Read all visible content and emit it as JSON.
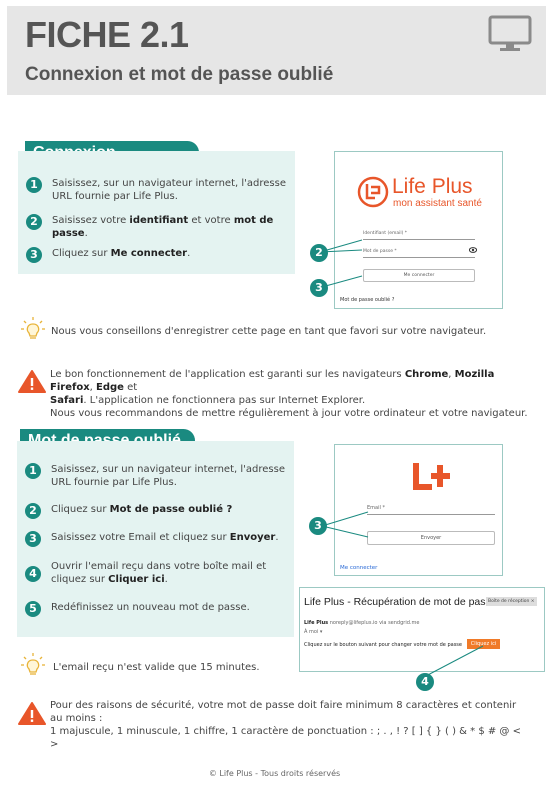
{
  "header": {
    "title": "FICHE 2.1",
    "subtitle": "Connexion et mot de passe oublié",
    "icon": "monitor-icon"
  },
  "connexion": {
    "title": "Connexion",
    "steps": [
      {
        "num": "1",
        "pre": "Saisissez, sur un navigateur internet, l'adresse URL fournie par Life Plus.",
        "bold": "",
        "post": ""
      },
      {
        "num": "2",
        "pre": "Saisissez votre ",
        "bold": "identifiant",
        "mid": " et votre ",
        "bold2": "mot de passe",
        "post": "."
      },
      {
        "num": "3",
        "pre": "Cliquez sur ",
        "bold": "Me connecter",
        "post": "."
      }
    ],
    "mock": {
      "brand": "Life Plus",
      "tagline": "mon assistant santé",
      "login_label": "Identifiant (email) *",
      "password_label": "Mot de passe *",
      "button": "Me connecter",
      "forgot": "Mot de passe oublié ?",
      "callout_2": "2",
      "callout_3": "3"
    }
  },
  "tip1": "Nous vous conseillons d'enregistrer cette page en tant que favori sur votre navigateur.",
  "warning1": {
    "line1_pre": "Le bon fonctionnement de l'application est garanti sur les navigateurs ",
    "b1": "Chrome",
    "s1": ", ",
    "b2": "Mozilla Firefox",
    "s2": ", ",
    "b3": "Edge",
    "s3": " et",
    "b4": "Safari",
    "line2_post": ". L'application ne fonctionnera pas sur Internet Explorer.",
    "line3": "Nous vous recommandons de mettre régulièrement à jour votre ordinateur et votre navigateur."
  },
  "forgot": {
    "title": "Mot de passe oublié",
    "steps": {
      "s1": {
        "num": "1",
        "text": "Saisissez, sur un navigateur internet, l'adresse URL fournie par Life Plus."
      },
      "s2": {
        "num": "2",
        "pre": "Cliquez sur ",
        "bold": "Mot de passe oublié ?"
      },
      "s3": {
        "num": "3",
        "pre": "Saisissez votre Email et cliquez sur ",
        "bold": "Envoyer",
        "post": "."
      },
      "s4": {
        "num": "4",
        "line1": "Ouvrir l'email reçu dans votre boîte mail et",
        "pre": "cliquez sur ",
        "bold": "Cliquer ici",
        "post": "."
      },
      "s5": {
        "num": "5",
        "text": "Redéfinissez un nouveau mot de passe."
      }
    },
    "mock": {
      "email_label": "Email *",
      "button": "Envoyer",
      "link": "Me connecter",
      "callout_3": "3"
    },
    "email": {
      "subject": "Life Plus - Récupération de mot de passe",
      "badge": "Boîte de réception ×",
      "sender": "Life Plus",
      "sender_addr": " noreply@lifeplus.io via sendgrid.me",
      "to": "À moi ▾",
      "body": "Cliquez sur le bouton suivant pour changer votre mot de passe",
      "cta": "Cliquez ici",
      "callout_4": "4"
    }
  },
  "tip2": "L'email reçu n'est valide que 15 minutes.",
  "warning2": {
    "line1": "Pour des raisons de sécurité, votre mot de passe doit faire minimum 8 caractères et contenir au moins :",
    "line2": "1 majuscule, 1 minuscule, 1 chiffre, 1 caractère de ponctuation : ; . , ! ? [ ] { } ( ) & * $ # @ < >"
  },
  "footer": "© Life Plus - Tous droits réservés"
}
